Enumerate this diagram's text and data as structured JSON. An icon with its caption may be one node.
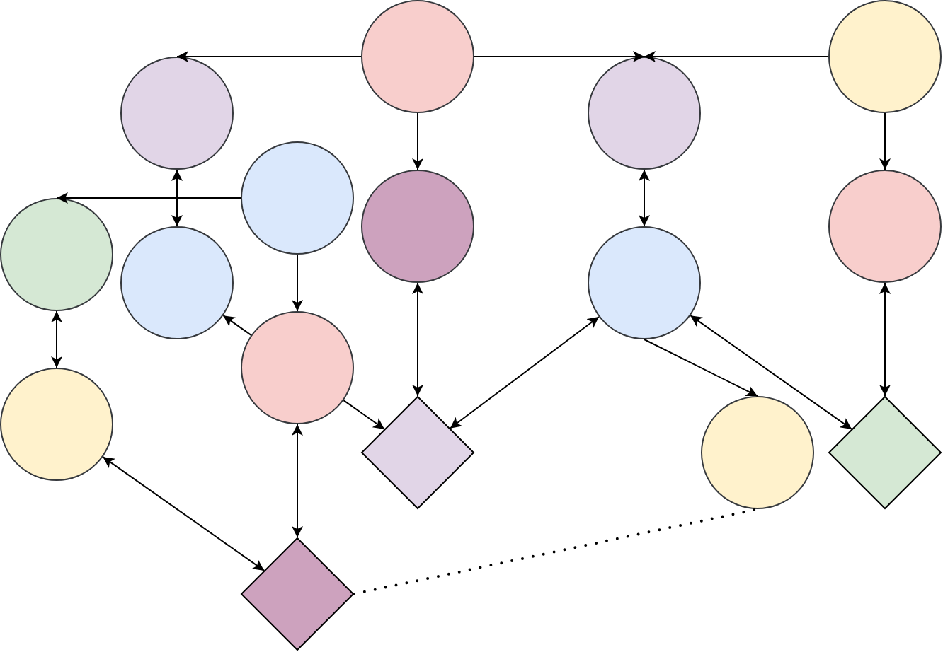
{
  "diagram": {
    "nodes": [
      {
        "text": [],
        "shape": "circle"
      },
      {
        "text": [],
        "shape": "circle"
      },
      {
        "text": [],
        "shape": "circle"
      },
      {
        "text": [],
        "shape": "circle"
      },
      {
        "text": [],
        "shape": "circle"
      },
      {
        "text": [],
        "shape": "circle"
      },
      {
        "text": [],
        "shape": "circle"
      },
      {
        "text": [],
        "shape": "circle"
      },
      {
        "text": [],
        "shape": "circle"
      },
      {
        "text": [],
        "shape": "circle"
      },
      {
        "text": [],
        "shape": "circle"
      },
      {
        "text": [],
        "shape": "circle"
      },
      {
        "text": [],
        "shape": "diamond"
      },
      {
        "text": [],
        "shape": "circle"
      },
      {
        "text": [],
        "shape": "diamond"
      },
      {
        "text": [],
        "shape": "diamond"
      }
    ],
    "edges": [
      {
        "from": 0,
        "to": 2,
        "arrow": "to"
      },
      {
        "from": 0,
        "to": 3,
        "arrow": "to"
      },
      {
        "from": 1,
        "to": 3,
        "arrow": "to"
      },
      {
        "from": 0,
        "to": 5,
        "arrow": "to"
      },
      {
        "from": 1,
        "to": 6,
        "arrow": "to"
      },
      {
        "from": 2,
        "to": 8,
        "arrow": "both"
      },
      {
        "from": 3,
        "to": 9,
        "arrow": "both"
      },
      {
        "from": 4,
        "to": 7,
        "arrow": "to"
      },
      {
        "from": 4,
        "to": 10,
        "arrow": "to"
      },
      {
        "from": 5,
        "to": 12,
        "arrow": "both"
      },
      {
        "from": 6,
        "to": 14,
        "arrow": "both"
      },
      {
        "from": 7,
        "to": 11,
        "arrow": "both"
      },
      {
        "from": 10,
        "to": 8,
        "arrow": "to"
      },
      {
        "from": 10,
        "to": 12,
        "arrow": "to"
      },
      {
        "from": 12,
        "to": 9,
        "arrow": "both"
      },
      {
        "from": 9,
        "to": 13,
        "arrow": "to"
      },
      {
        "from": 9,
        "to": 14,
        "arrow": "both"
      },
      {
        "from": 11,
        "to": 15,
        "arrow": "both"
      },
      {
        "from": 10,
        "to": 15,
        "arrow": "both"
      },
      {
        "from": 15,
        "to": 13,
        "arrow": "none",
        "style": "dashed"
      }
    ]
  }
}
